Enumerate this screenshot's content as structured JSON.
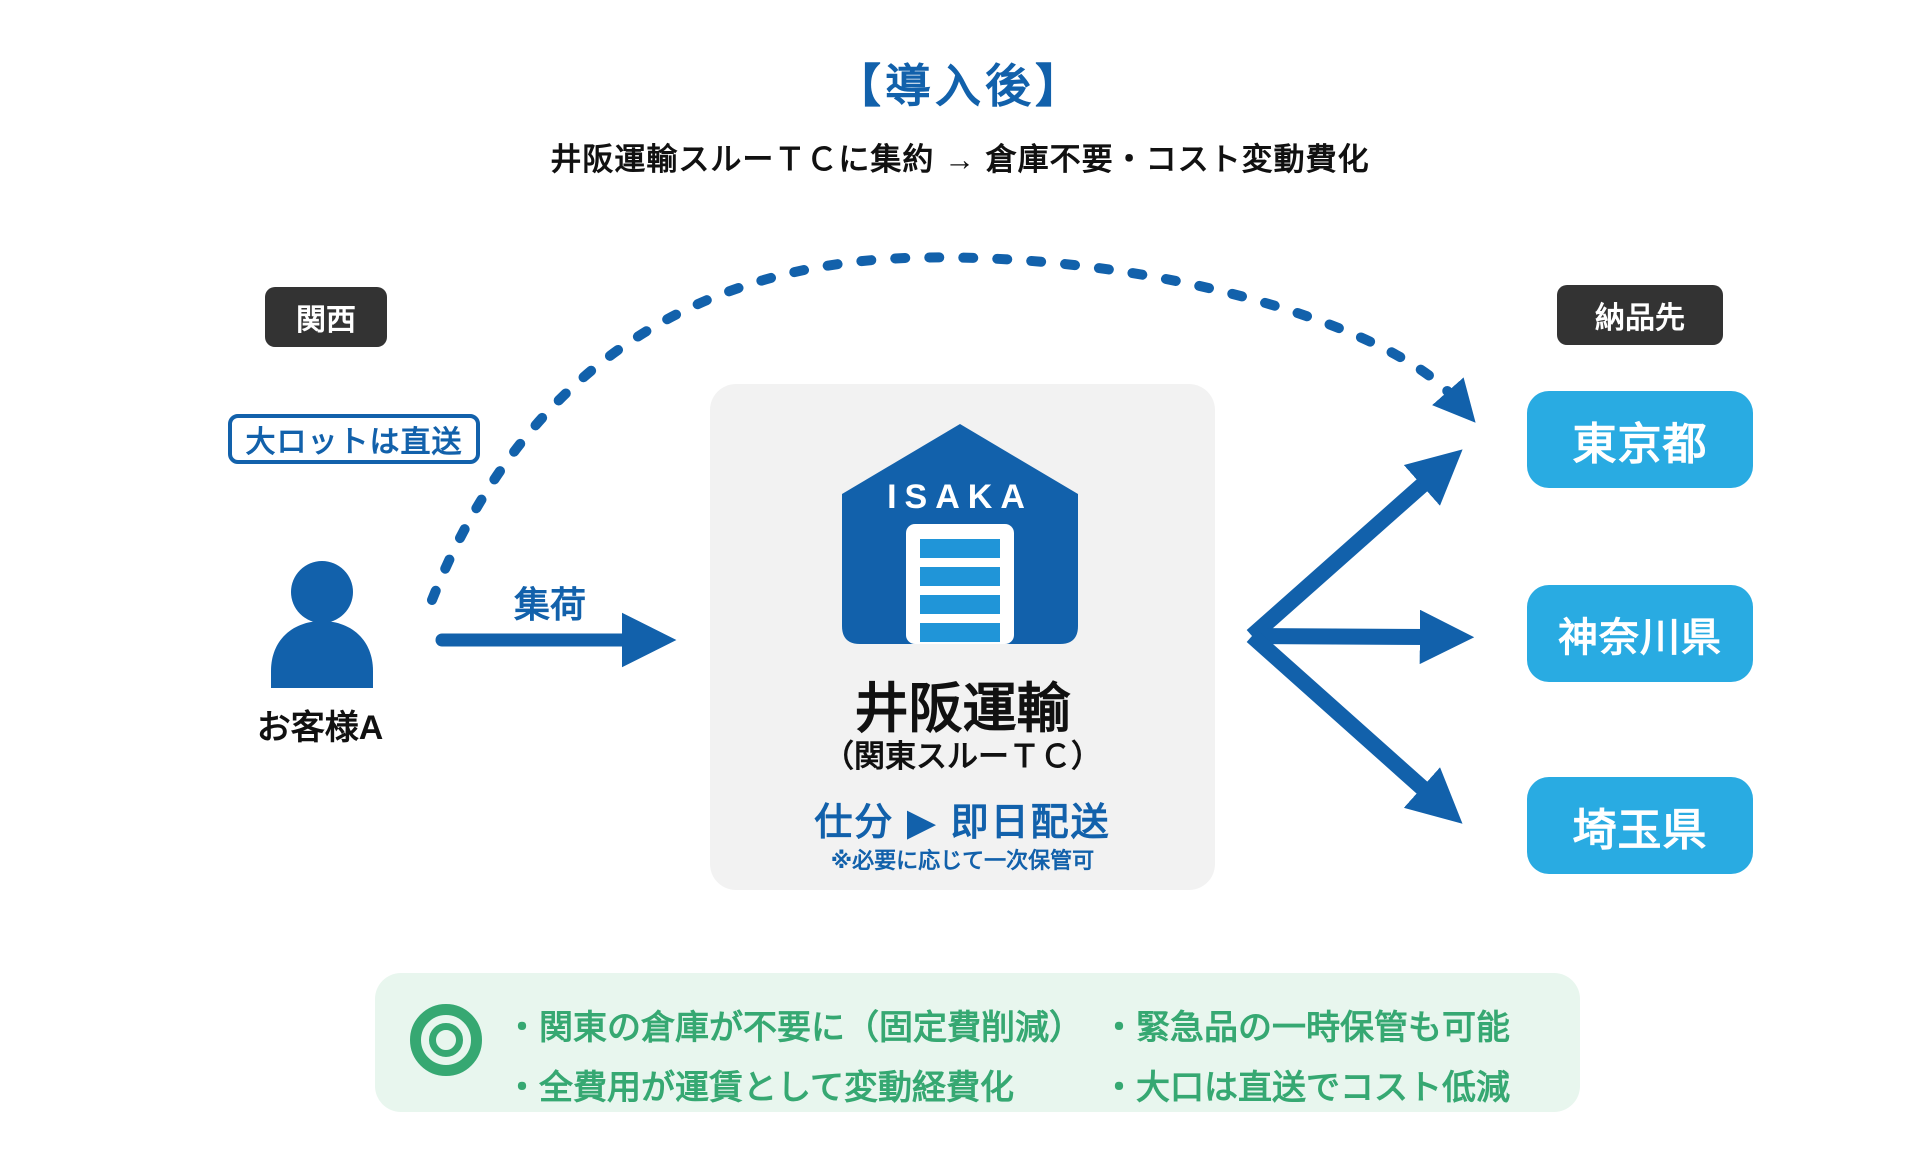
{
  "colors": {
    "deep_blue": "#1261ab",
    "light_blue": "#29abe2",
    "stripe_blue": "#2095d8",
    "badge_dark": "#333333",
    "green": "#36a872",
    "green_bg": "#e8f6ee",
    "card_bg": "#f2f2f2"
  },
  "header": {
    "title": "【導入後】",
    "subtitle": "井阪運輸スルーＴＣに集約 → 倉庫不要・コスト変動費化"
  },
  "origin": {
    "region_badge": "関西",
    "direct_note": "大ロットは直送",
    "customer": "お客様A",
    "pickup_label": "集荷"
  },
  "hub": {
    "logo": "ISAKA",
    "name": "井阪運輸",
    "subname": "（関東スルーＴＣ）",
    "process": "仕分 ▶ 即日配送",
    "note": "※必要に応じて一次保管可"
  },
  "destinations": {
    "badge": "納品先",
    "items": [
      "東京都",
      "神奈川県",
      "埼玉県"
    ]
  },
  "benefits": {
    "items_left": [
      "・関東の倉庫が不要に（固定費削減）",
      "・全費用が運賃として変動経費化"
    ],
    "items_right": [
      "・緊急品の一時保管も可能",
      "・大口は直送でコスト低減"
    ]
  }
}
